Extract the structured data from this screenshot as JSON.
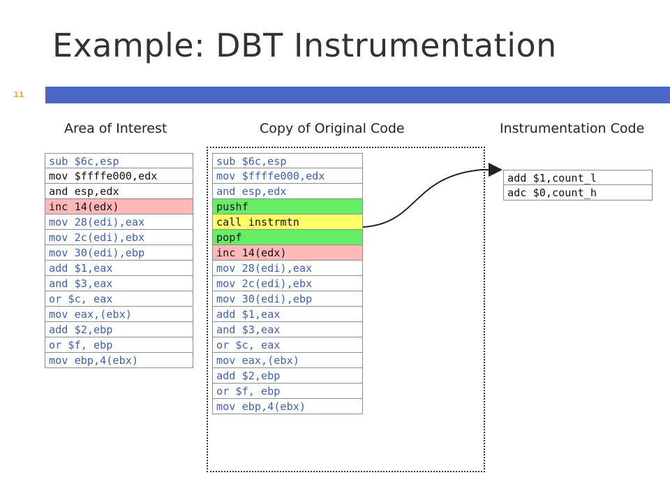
{
  "slide": {
    "title": "Example: DBT Instrumentation",
    "number": "11"
  },
  "columns": {
    "area_of_interest": "Area of Interest",
    "copy_of_original": "Copy of Original Code",
    "instrumentation": "Instrumentation Code"
  },
  "area_code": [
    {
      "text": "sub $6c,esp",
      "style": "blue"
    },
    {
      "text": "mov $ffffe000,edx",
      "style": "black"
    },
    {
      "text": "and esp,edx",
      "style": "black"
    },
    {
      "text": "inc 14(edx)",
      "style": "black",
      "highlight": "red"
    },
    {
      "text": "mov 28(edi),eax",
      "style": "blue"
    },
    {
      "text": "mov 2c(edi),ebx",
      "style": "blue"
    },
    {
      "text": "mov 30(edi),ebp",
      "style": "blue"
    },
    {
      "text": "add $1,eax",
      "style": "blue"
    },
    {
      "text": "and $3,eax",
      "style": "blue"
    },
    {
      "text": "or $c, eax",
      "style": "blue"
    },
    {
      "text": "mov eax,(ebx)",
      "style": "blue"
    },
    {
      "text": "add $2,ebp",
      "style": "blue"
    },
    {
      "text": "or $f, ebp",
      "style": "blue"
    },
    {
      "text": "mov ebp,4(ebx)",
      "style": "blue"
    }
  ],
  "copy_code": [
    {
      "text": "sub $6c,esp",
      "style": "blue"
    },
    {
      "text": "mov $ffffe000,edx",
      "style": "blue"
    },
    {
      "text": "and esp,edx",
      "style": "blue"
    },
    {
      "text": "pushf",
      "style": "black",
      "highlight": "green"
    },
    {
      "text": "call instrmtn",
      "style": "black",
      "highlight": "yellow"
    },
    {
      "text": "popf",
      "style": "black",
      "highlight": "green"
    },
    {
      "text": "inc 14(edx)",
      "style": "black",
      "highlight": "red"
    },
    {
      "text": "mov 28(edi),eax",
      "style": "blue"
    },
    {
      "text": "mov 2c(edi),ebx",
      "style": "blue"
    },
    {
      "text": "mov 30(edi),ebp",
      "style": "blue"
    },
    {
      "text": "add $1,eax",
      "style": "blue"
    },
    {
      "text": "and $3,eax",
      "style": "blue"
    },
    {
      "text": "or $c, eax",
      "style": "blue"
    },
    {
      "text": "mov eax,(ebx)",
      "style": "blue"
    },
    {
      "text": "add $2,ebp",
      "style": "blue"
    },
    {
      "text": "or $f, ebp",
      "style": "blue"
    },
    {
      "text": "mov ebp,4(ebx)",
      "style": "blue"
    }
  ],
  "instr_code": [
    {
      "text": "add $1,count_l",
      "style": "black"
    },
    {
      "text": "adc $0,count_h",
      "style": "black"
    }
  ],
  "colors": {
    "accent_bar": "#4a67c8",
    "code_blue": "#3b5fb5",
    "highlight_red": "#ffb8b8",
    "highlight_green": "#66ee66",
    "highlight_yellow": "#ffff66",
    "slide_number": "#f0a830"
  }
}
